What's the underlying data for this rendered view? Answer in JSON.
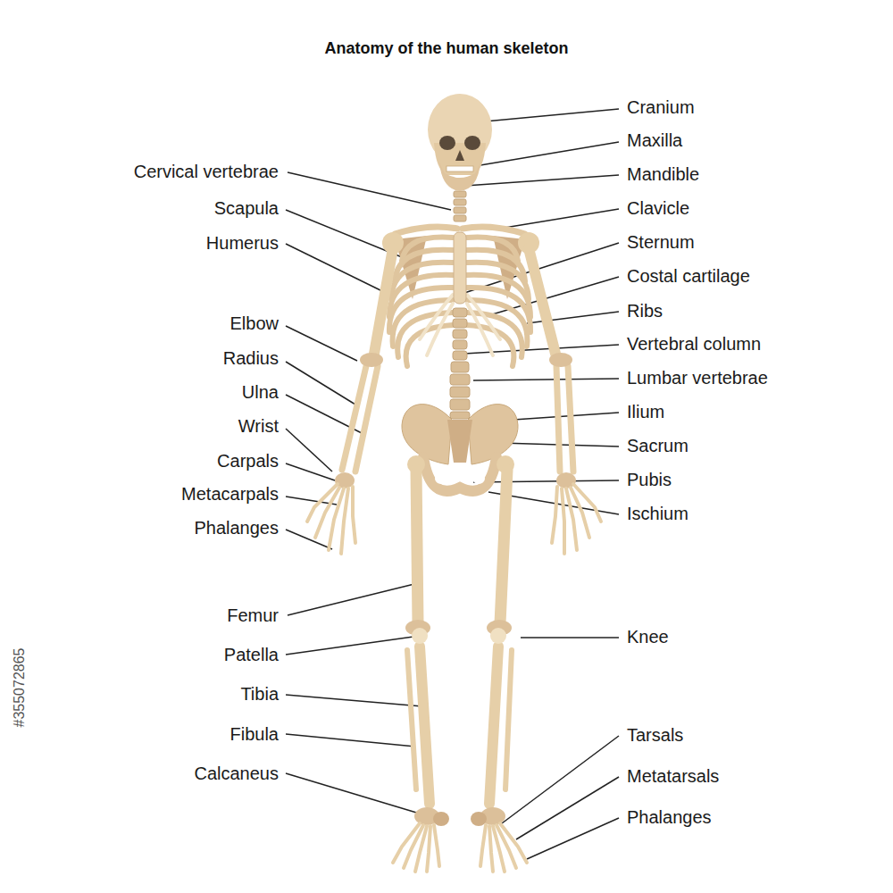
{
  "diagram": {
    "title": "Anatomy of the human skeleton",
    "labels": [
      "Cervical vertebrae",
      "Scapula",
      "Humerus",
      "Elbow",
      "Radius",
      "Ulna",
      "Wrist",
      "Carpals",
      "Metacarpals",
      "Phalanges",
      "Femur",
      "Patella",
      "Tibia",
      "Fibula",
      "Calcaneus",
      "Cranium",
      "Maxilla",
      "Mandible",
      "Clavicle",
      "Sternum",
      "Costal cartilage",
      "Ribs",
      "Vertebral column",
      "Lumbar vertebrae",
      "Ilium",
      "Sacrum",
      "Pubis",
      "Ischium",
      "Knee",
      "Tarsals",
      "Metatarsals",
      "Phalanges",
      "#355072865"
    ]
  }
}
